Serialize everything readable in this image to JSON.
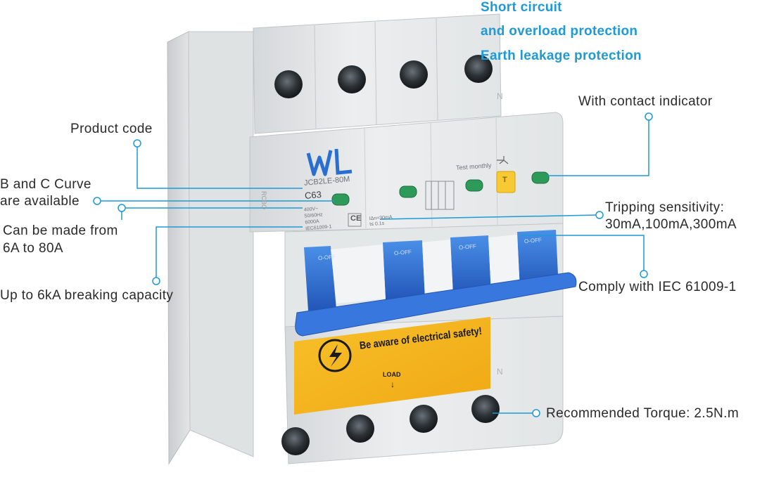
{
  "headline": [
    "Short circuit",
    "and overload protection",
    "Earth leakage protection"
  ],
  "callouts": {
    "product_code": "Product code",
    "curve_line1": "B and C Curve",
    "curve_line2": "are available",
    "current_line1": "Can be made from",
    "current_line2": "6A to 80A",
    "breaking": "Up to 6kA breaking capacity",
    "contact": "With contact indicator",
    "tripping_line1": "Tripping sensitivity:",
    "tripping_line2": "30mA,100mA,300mA",
    "comply": "Comply with IEC 61009-1",
    "torque": "Recommended  Torque: 2.5N.m"
  },
  "device": {
    "model": "JCB2LE-80M",
    "curve": "C63",
    "specs": [
      "400V~",
      "50/60Hz",
      "6000A",
      "IEC61009-1"
    ],
    "ce": "CE",
    "leakage": [
      "IΔn=30mA",
      "t≤ 0.1s"
    ],
    "test_label": "Test monthly",
    "test_button": "T",
    "rcbo": "RCBO",
    "switch_label": "O-OFF",
    "warning": "Be aware of electrical safety!",
    "load": "LOAD",
    "neutral": "N"
  },
  "colors": {
    "accent_blue": "#1e9ad6",
    "switch_blue": "#2f6fd3",
    "body_grey": "#e9ebec",
    "warning_yellow": "#f5b51a",
    "indicator_green": "#2e9a5a",
    "test_yellow": "#f7c934",
    "leader_blue": "#1e9ad6"
  }
}
